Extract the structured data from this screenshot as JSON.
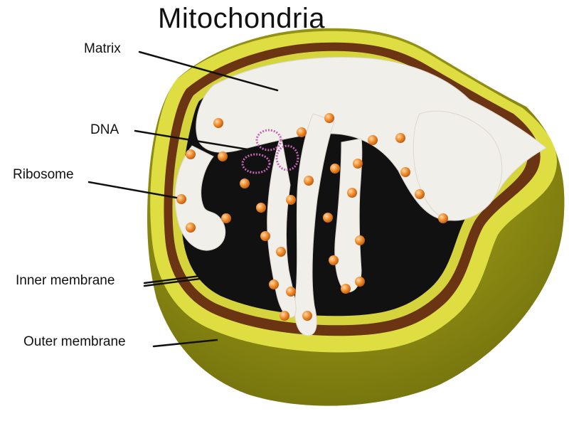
{
  "title": "Mitochondria",
  "labels": {
    "matrix": "Matrix",
    "dna": "DNA",
    "ribosome": "Ribosome",
    "inner_membrane": "Inner membrane",
    "outer_membrane": "Outer membrane"
  },
  "colors": {
    "outer_membrane": "#8d8c12",
    "outer_membrane_rim": "#dede43",
    "inner_membrane_band": "#6b3412",
    "matrix_space": "#111111",
    "matrix_body": "#f1efe9",
    "ribosome": "#f08a2a",
    "dna": "#c463b5",
    "leader_line": "#111111"
  }
}
